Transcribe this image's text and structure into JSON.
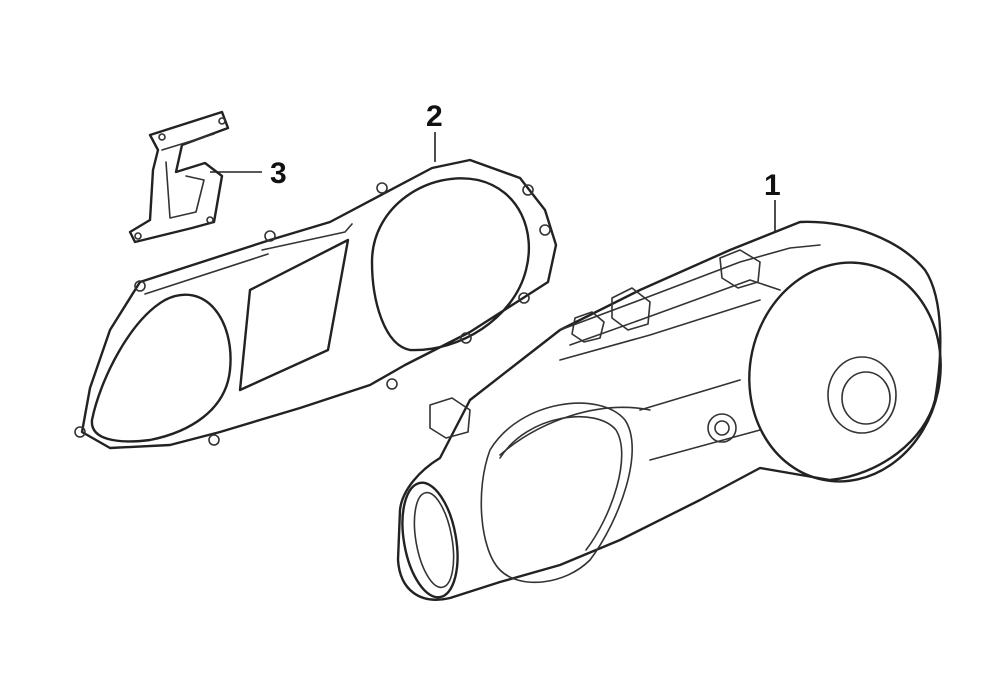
{
  "callouts": {
    "part_1": "1",
    "part_2": "2",
    "part_3": "3"
  },
  "colors": {
    "line": "#222222",
    "gasket_fill": "#c8c8c8",
    "background": "#ffffff"
  }
}
